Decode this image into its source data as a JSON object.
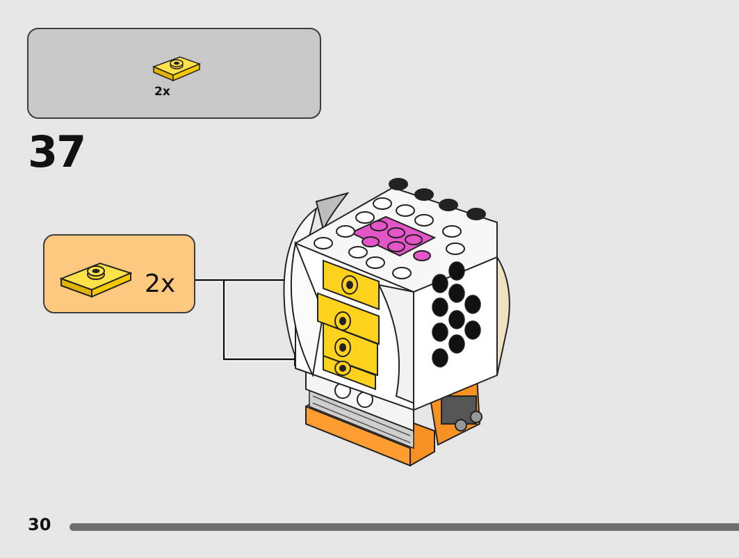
{
  "parts_list": {
    "items": [
      {
        "part": "yellow-jumper-plate-1x2-icon",
        "qty": "2x"
      }
    ]
  },
  "step": {
    "number": "37"
  },
  "callout": {
    "part": "yellow-jumper-plate-1x2-icon",
    "qty": "2x"
  },
  "page": {
    "number": "30"
  },
  "colors": {
    "background": "#e6e6e6",
    "parts_box": "#c8c8c8",
    "callout_box": "#fcc97f",
    "brick_yellow": "#ffd21e",
    "brick_pink": "#e455c8",
    "brick_orange": "#f79124",
    "progress": "#6f6f6f"
  }
}
